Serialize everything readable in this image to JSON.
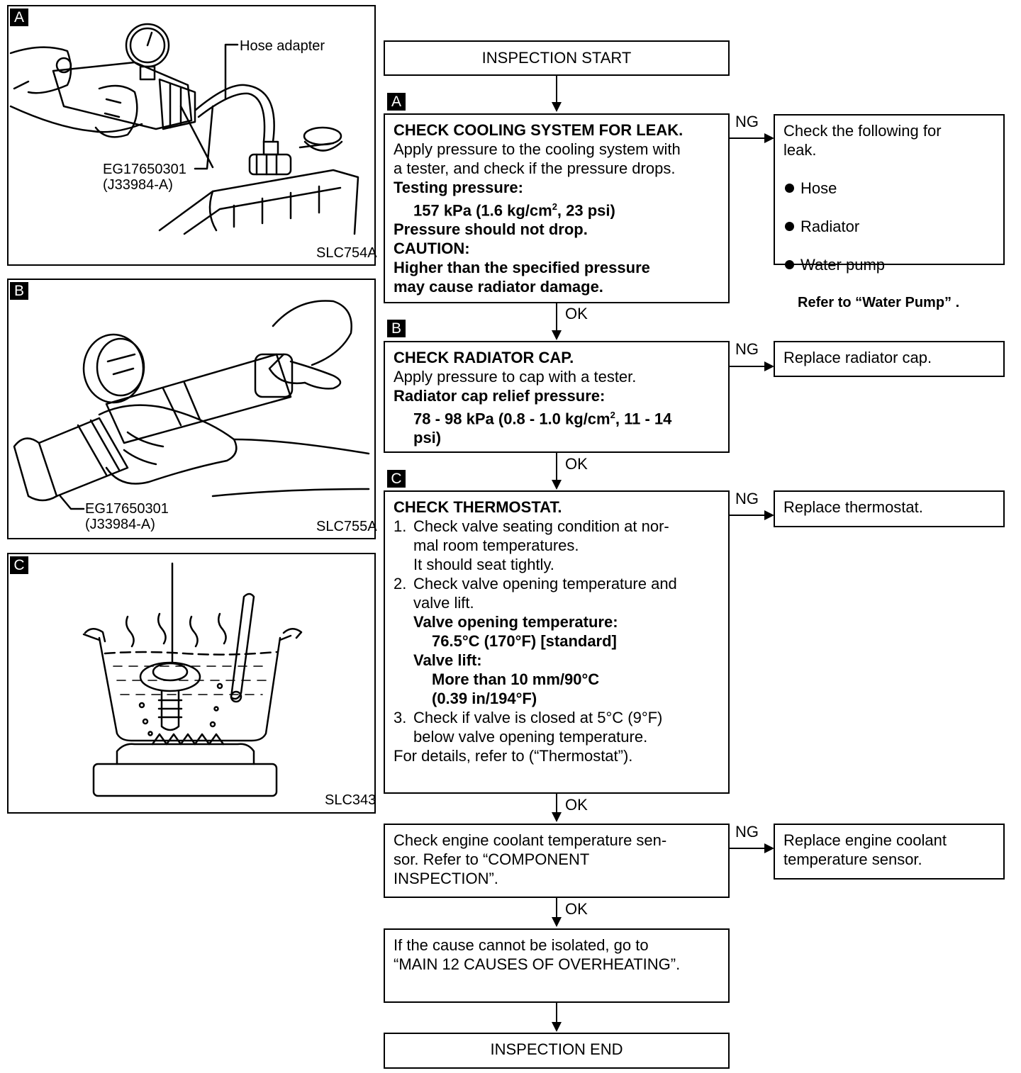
{
  "figures": {
    "a": {
      "tag": "A",
      "hose_label": "Hose adapter",
      "tool_label": "EG17650301\n(J33984-A)",
      "code": "SLC754A"
    },
    "b": {
      "tag": "B",
      "tool_label": "EG17650301\n(J33984-A)",
      "code": "SLC755A"
    },
    "c": {
      "tag": "C",
      "code": "SLC343"
    }
  },
  "flow": {
    "start": "INSPECTION START",
    "step_a": {
      "tag": "A",
      "title": "CHECK COOLING SYSTEM FOR LEAK.",
      "text": "Apply pressure to the cooling system with\na tester, and check if the pressure drops.",
      "spec_label": "Testing pressure:",
      "spec_value_1": "157 kPa (1.6 kg/cm",
      "spec_sup": "2",
      "spec_value_2": ", 23 psi)",
      "note": "Pressure should not drop.",
      "caution_label": "CAUTION:",
      "caution_text": "Higher than the specified pressure\nmay cause radiator damage.",
      "ng": "NG",
      "ng_title": "Check the following for\nleak.",
      "ng_items": [
        "Hose",
        "Radiator",
        "Water pump"
      ],
      "ng_ref": "Refer to “Water Pump” .",
      "ok": "OK"
    },
    "step_b": {
      "tag": "B",
      "title": "CHECK RADIATOR CAP.",
      "text": "Apply pressure to cap with a tester.",
      "spec_label": "Radiator cap relief pressure:",
      "spec_value_1": "78 - 98 kPa (0.8 - 1.0 kg/cm",
      "spec_sup": "2",
      "spec_value_2": ", 11 - 14\npsi)",
      "ng": "NG",
      "ng_action": "Replace radiator cap.",
      "ok": "OK"
    },
    "step_c": {
      "tag": "C",
      "title": "CHECK THERMOSTAT.",
      "item1_num": "1.",
      "item1": "Check valve seating condition at nor-\nmal room temperatures.\nIt should seat tightly.",
      "item2_num": "2.",
      "item2": "Check valve opening temperature and\nvalve lift.",
      "spec1_label": "Valve opening temperature:",
      "spec1_value": "76.5°C (170°F) [standard]",
      "spec2_label": "Valve lift:",
      "spec2_value": "More than 10 mm/90°C\n(0.39 in/194°F)",
      "item3_num": "3.",
      "item3": "Check if valve is closed at 5°C (9°F)\nbelow valve opening temperature.",
      "details": "For details, refer to (“Thermostat”).",
      "ng": "NG",
      "ng_action": "Replace thermostat.",
      "ok": "OK"
    },
    "step_sensor": {
      "text": "Check engine coolant temperature sen-\nsor. Refer to “COMPONENT\nINSPECTION”.",
      "ng": "NG",
      "ng_action": "Replace engine coolant\ntemperature sensor.",
      "ok": "OK"
    },
    "step_cause": {
      "text": "If the cause cannot be isolated, go to\n“MAIN 12 CAUSES OF OVERHEATING”."
    },
    "end": "INSPECTION END"
  }
}
